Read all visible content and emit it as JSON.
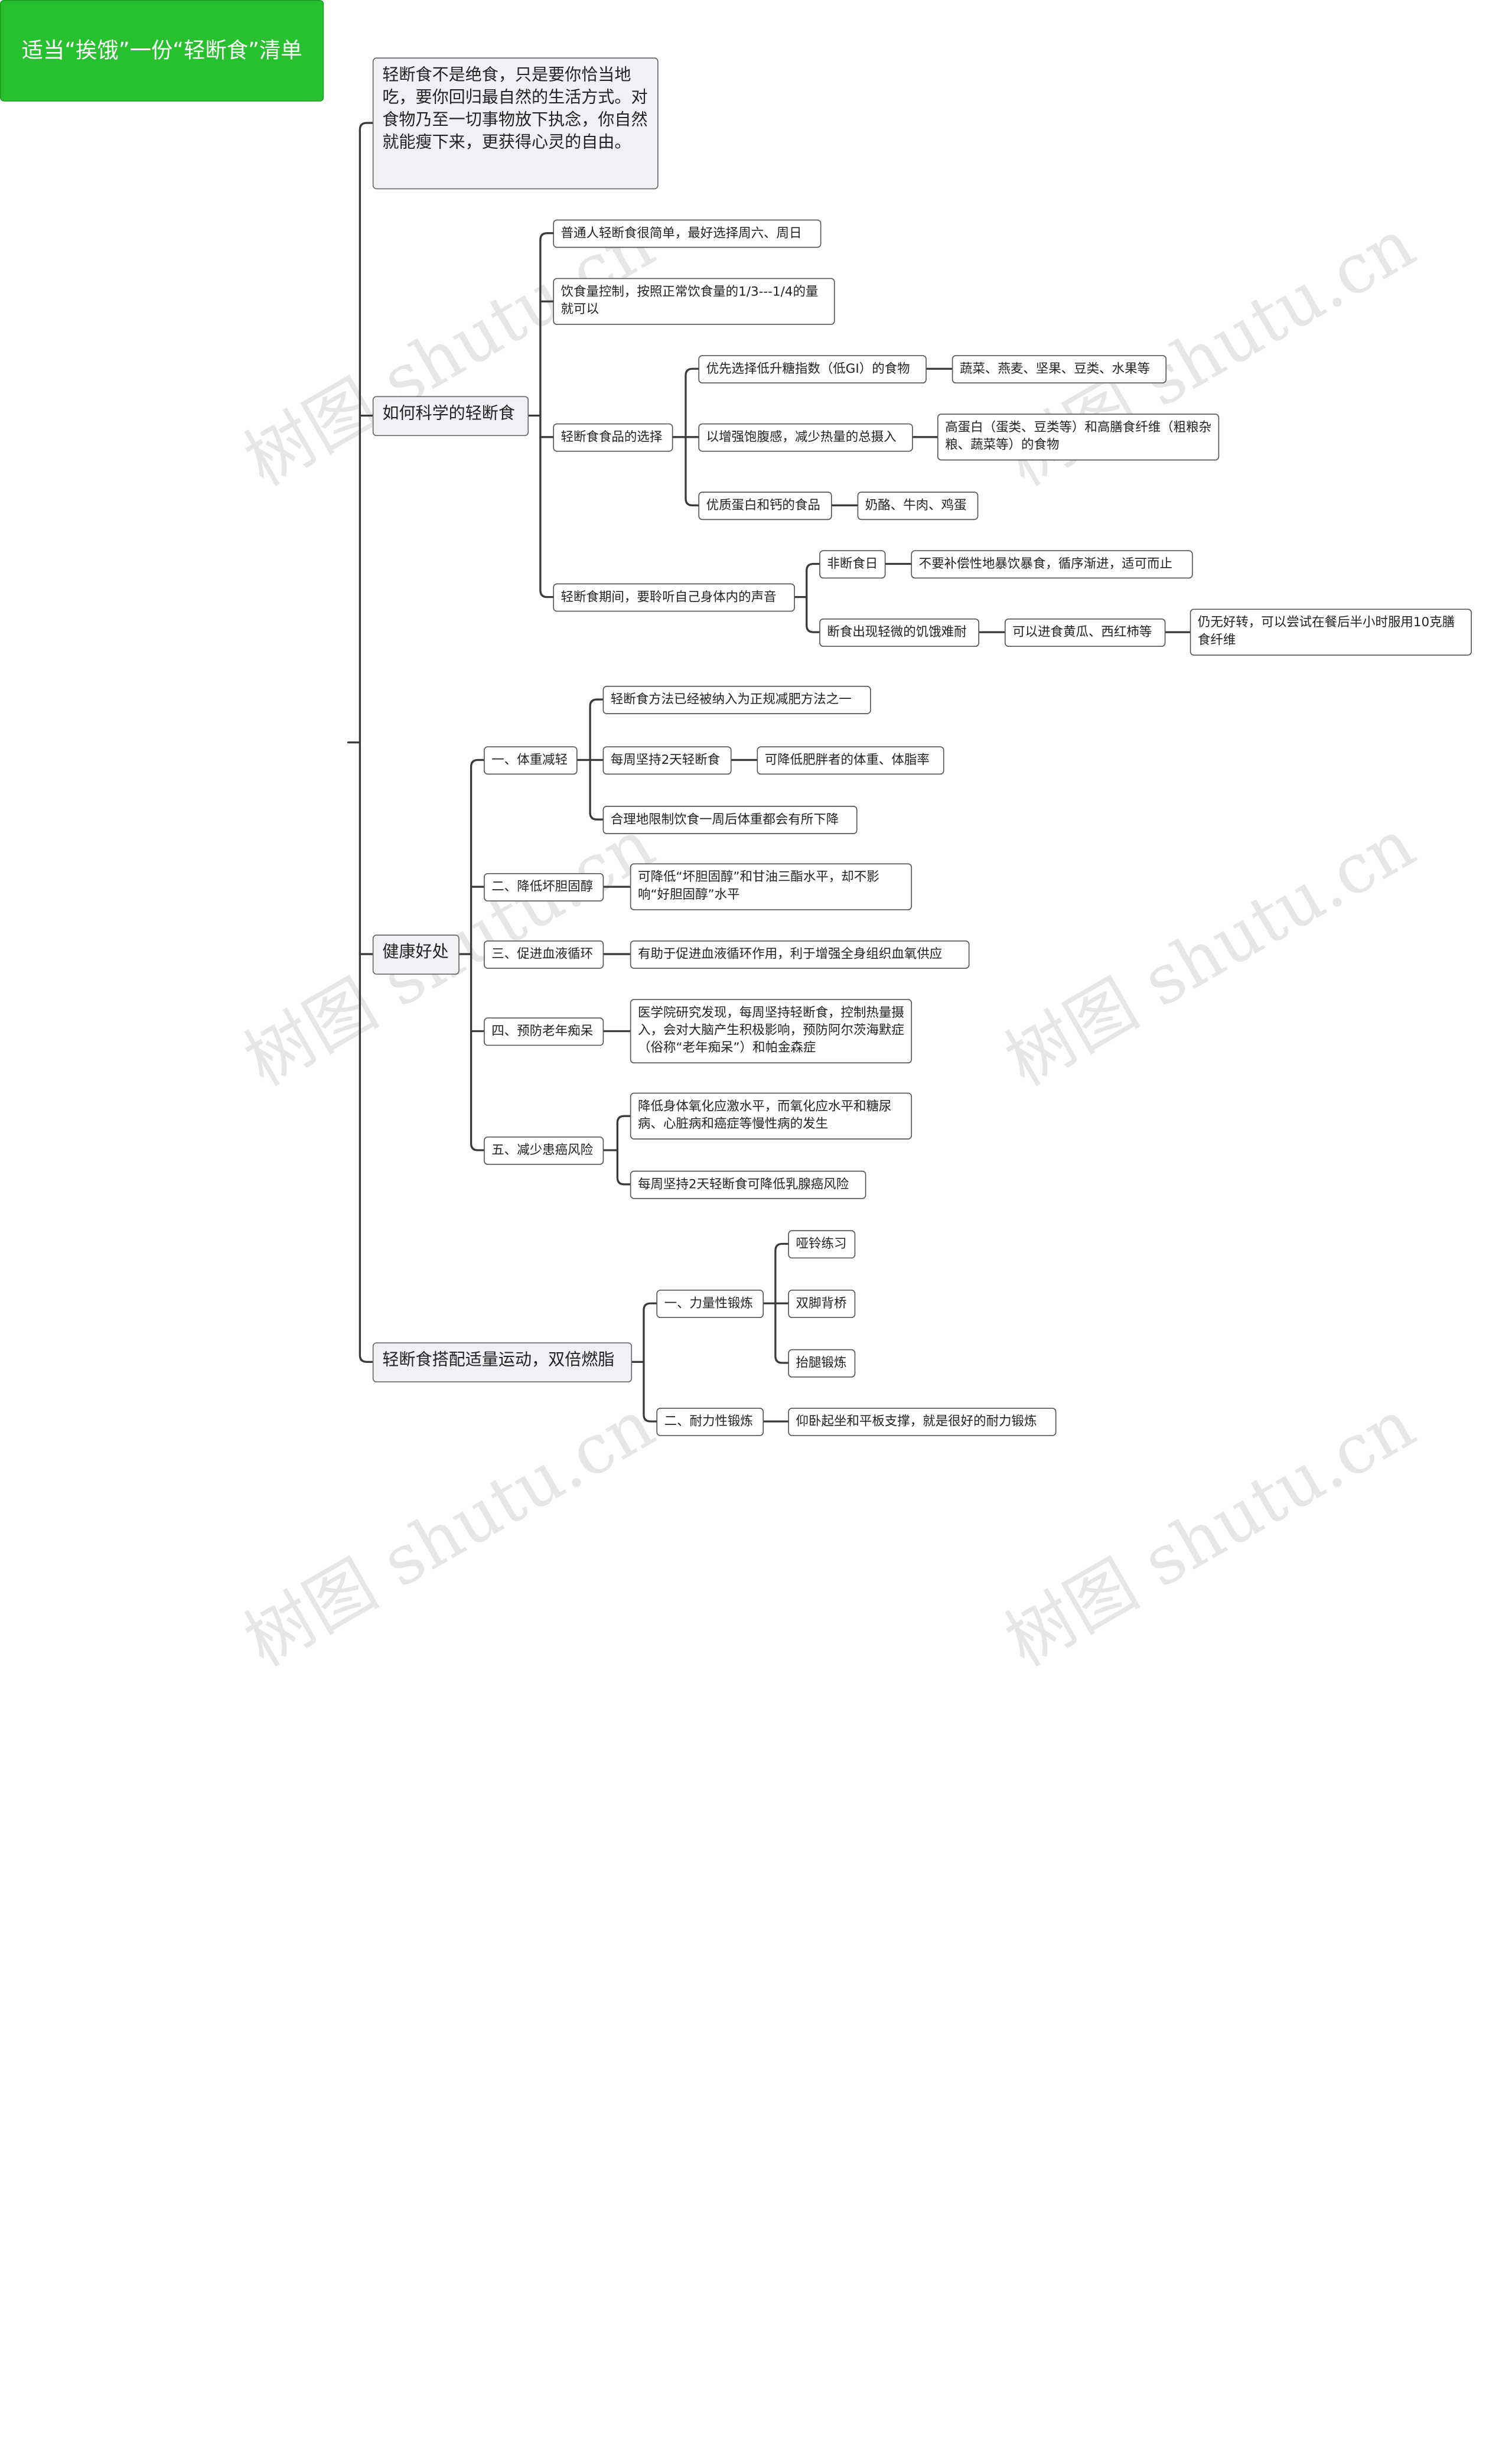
{
  "watermark": "树图 shutu.cn",
  "root": "适当“挨饿”一份“轻断食”清单",
  "intro": "轻断食不是绝食，只是要你恰当地吃，要你回归最自然的生活方式。对食物乃至一切事物放下执念，你自然就能瘦下来，更获得心灵的自由。",
  "branch1": {
    "label": "如何科学的轻断食",
    "simple": "普通人轻断食很简单，最好选择周六、周日",
    "amount": "饮食量控制，按照正常饮食量的1/3---1/4的量就可以",
    "choice": {
      "label": "轻断食食品的选择",
      "items": [
        {
          "label": "优先选择低升糖指数（低GI）的食物",
          "detail": "蔬菜、燕麦、坚果、豆类、水果等"
        },
        {
          "label": "以增强饱腹感，减少热量的总摄入",
          "detail": "高蛋白（蛋类、豆类等）和高膳食纤维（粗粮杂粮、蔬菜等）的食物"
        },
        {
          "label": "优质蛋白和钙的食品",
          "detail": "奶酪、牛肉、鸡蛋"
        }
      ]
    },
    "listen": {
      "label": "轻断食期间，要聆听自己身体内的声音",
      "nonfast": {
        "label": "非断食日",
        "detail": "不要补偿性地暴饮暴食，循序渐进，适可而止"
      },
      "hunger": {
        "label": "断食出现轻微的饥饿难耐",
        "detail": "可以进食黄瓜、西红柿等",
        "extra": "仍无好转，可以尝试在餐后半小时服用10克膳食纤维"
      }
    }
  },
  "branch2": {
    "label": "健康好处",
    "weight": {
      "label": "一、体重减轻",
      "a": "轻断食方法已经被纳入为正规减肥方法之一",
      "b": "每周坚持2天轻断食",
      "b_detail": "可降低肥胖者的体重、体脂率",
      "c": "合理地限制饮食一周后体重都会有所下降"
    },
    "chol": {
      "label": "二、降低坏胆固醇",
      "detail": "可降低“坏胆固醇”和甘油三酯水平，却不影响“好胆固醇”水平"
    },
    "blood": {
      "label": "三、促进血液循环",
      "detail": "有助于促进血液循环作用，利于增强全身组织血氧供应"
    },
    "dementia": {
      "label": "四、预防老年痴呆",
      "detail": "医学院研究发现，每周坚持轻断食，控制热量摄入，会对大脑产生积极影响，预防阿尔茨海默症（俗称“老年痴呆”）和帕金森症"
    },
    "cancer": {
      "label": "五、减少患癌风险",
      "a": "降低身体氧化应激水平，而氧化应水平和糖尿病、心脏病和癌症等慢性病的发生",
      "b": "每周坚持2天轻断食可降低乳腺癌风险"
    }
  },
  "branch3": {
    "label": "轻断食搭配适量运动，双倍燃脂",
    "strength": {
      "label": "一、力量性锻炼",
      "items": [
        "哑铃练习",
        "双脚背桥",
        "抬腿锻炼"
      ]
    },
    "endurance": {
      "label": "二、耐力性锻炼",
      "detail": "仰卧起坐和平板支撑，就是很好的耐力锻炼"
    }
  }
}
